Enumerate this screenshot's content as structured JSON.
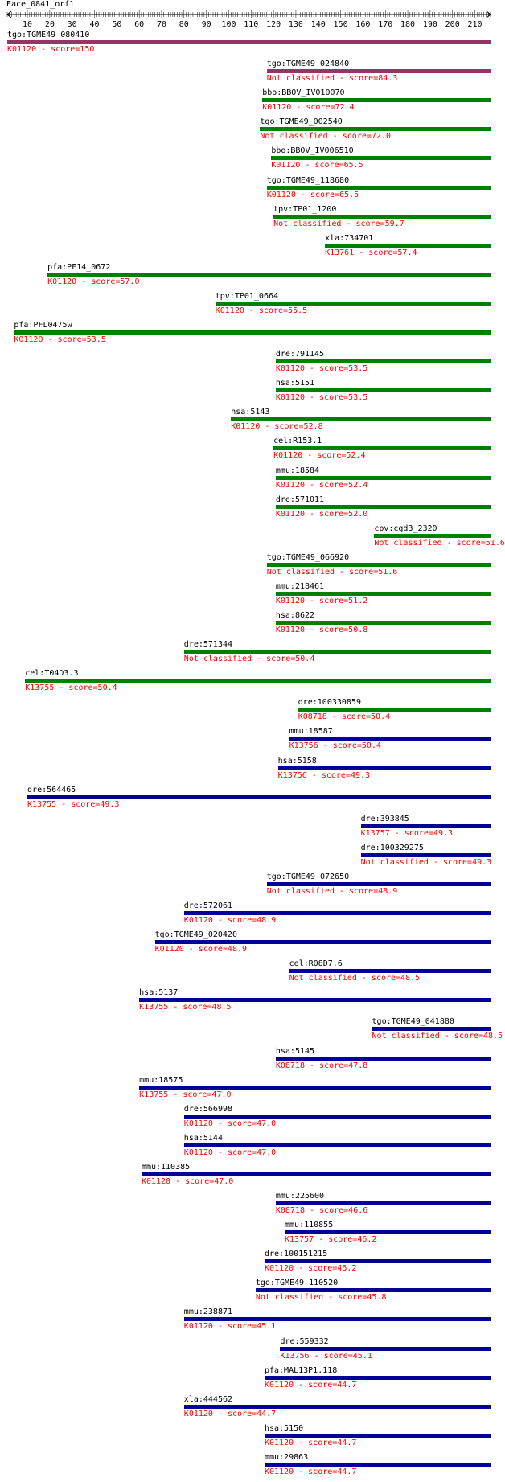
{
  "query": "Eace_0841_orf1",
  "axis": {
    "min": 1,
    "max": 217,
    "tick_labels": [
      "10",
      "20",
      "30",
      "40",
      "50",
      "60",
      "70",
      "80",
      "90",
      "100",
      "110",
      "120",
      "130",
      "140",
      "150",
      "160",
      "170",
      "180",
      "190",
      "200",
      "210"
    ]
  },
  "colors": {
    "purple": "#993366",
    "green": "#008000",
    "blue": "#000099",
    "score_text": "#ff0000",
    "name_text": "#000000"
  },
  "hits": [
    {
      "name": "tgo:TGME49_080410",
      "label": "K01120 - score=150",
      "start": 1,
      "end": 217,
      "color": "purple"
    },
    {
      "name": "tgo:TGME49_024840",
      "label": "Not classified - score=84.3",
      "start": 117,
      "end": 217,
      "color": "purple"
    },
    {
      "name": "bbo:BBOV_IV010070",
      "label": "K01120 - score=72.4",
      "start": 115,
      "end": 217,
      "color": "green"
    },
    {
      "name": "tgo:TGME49_002540",
      "label": "Not classified - score=72.0",
      "start": 114,
      "end": 217,
      "color": "green"
    },
    {
      "name": "bbo:BBOV_IV006510",
      "label": "K01120 - score=65.5",
      "start": 119,
      "end": 217,
      "color": "green"
    },
    {
      "name": "tgo:TGME49_118680",
      "label": "K01120 - score=65.5",
      "start": 117,
      "end": 217,
      "color": "green"
    },
    {
      "name": "tpv:TP01_1200",
      "label": "Not classified - score=59.7",
      "start": 120,
      "end": 217,
      "color": "green"
    },
    {
      "name": "xla:734701",
      "label": "K13761 - score=57.4",
      "start": 143,
      "end": 217,
      "color": "green"
    },
    {
      "name": "pfa:PF14_0672",
      "label": "K01120 - score=57.0",
      "start": 19,
      "end": 217,
      "color": "green"
    },
    {
      "name": "tpv:TP01_0664",
      "label": "K01120 - score=55.5",
      "start": 94,
      "end": 217,
      "color": "green"
    },
    {
      "name": "pfa:PFL0475w",
      "label": "K01120 - score=53.5",
      "start": 4,
      "end": 217,
      "color": "green"
    },
    {
      "name": "dre:791145",
      "label": "K01120 - score=53.5",
      "start": 121,
      "end": 217,
      "color": "green"
    },
    {
      "name": "hsa:5151",
      "label": "K01120 - score=53.5",
      "start": 121,
      "end": 217,
      "color": "green"
    },
    {
      "name": "hsa:5143",
      "label": "K01120 - score=52.8",
      "start": 101,
      "end": 217,
      "color": "green"
    },
    {
      "name": "cel:R153.1",
      "label": "K01120 - score=52.4",
      "start": 120,
      "end": 217,
      "color": "green"
    },
    {
      "name": "mmu:18584",
      "label": "K01120 - score=52.4",
      "start": 121,
      "end": 217,
      "color": "green"
    },
    {
      "name": "dre:571011",
      "label": "K01120 - score=52.0",
      "start": 121,
      "end": 217,
      "color": "green"
    },
    {
      "name": "cpv:cgd3_2320",
      "label": "Not classified - score=51.6",
      "start": 165,
      "end": 217,
      "color": "green"
    },
    {
      "name": "tgo:TGME49_066920",
      "label": "Not classified - score=51.6",
      "start": 117,
      "end": 217,
      "color": "green"
    },
    {
      "name": "mmu:218461",
      "label": "K01120 - score=51.2",
      "start": 121,
      "end": 217,
      "color": "green"
    },
    {
      "name": "hsa:8622",
      "label": "K01120 - score=50.8",
      "start": 121,
      "end": 217,
      "color": "green"
    },
    {
      "name": "dre:571344",
      "label": "Not classified - score=50.4",
      "start": 80,
      "end": 217,
      "color": "green"
    },
    {
      "name": "cel:T04D3.3",
      "label": "K13755 - score=50.4",
      "start": 9,
      "end": 217,
      "color": "green"
    },
    {
      "name": "dre:100330859",
      "label": "K08718 - score=50.4",
      "start": 131,
      "end": 217,
      "color": "green"
    },
    {
      "name": "mmu:18587",
      "label": "K13756 - score=50.4",
      "start": 127,
      "end": 217,
      "color": "blue"
    },
    {
      "name": "hsa:5158",
      "label": "K13756 - score=49.3",
      "start": 122,
      "end": 217,
      "color": "blue"
    },
    {
      "name": "dre:564465",
      "label": "K13755 - score=49.3",
      "start": 10,
      "end": 217,
      "color": "blue"
    },
    {
      "name": "dre:393845",
      "label": "K13757 - score=49.3",
      "start": 159,
      "end": 217,
      "color": "blue"
    },
    {
      "name": "dre:100329275",
      "label": "Not classified - score=49.3",
      "start": 159,
      "end": 217,
      "color": "blue"
    },
    {
      "name": "tgo:TGME49_072650",
      "label": "Not classified - score=48.9",
      "start": 117,
      "end": 217,
      "color": "blue"
    },
    {
      "name": "dre:572061",
      "label": "K01120 - score=48.9",
      "start": 80,
      "end": 217,
      "color": "blue"
    },
    {
      "name": "tgo:TGME49_020420",
      "label": "K01120 - score=48.9",
      "start": 67,
      "end": 217,
      "color": "blue"
    },
    {
      "name": "cel:R08D7.6",
      "label": "Not classified - score=48.5",
      "start": 127,
      "end": 217,
      "color": "blue"
    },
    {
      "name": "hsa:5137",
      "label": "K13755 - score=48.5",
      "start": 60,
      "end": 217,
      "color": "blue"
    },
    {
      "name": "tgo:TGME49_041880",
      "label": "Not classified - score=48.5",
      "start": 164,
      "end": 217,
      "color": "blue"
    },
    {
      "name": "hsa:5145",
      "label": "K08718 - score=47.8",
      "start": 121,
      "end": 217,
      "color": "blue"
    },
    {
      "name": "mmu:18575",
      "label": "K13755 - score=47.0",
      "start": 60,
      "end": 217,
      "color": "blue"
    },
    {
      "name": "dre:566998",
      "label": "K01120 - score=47.0",
      "start": 80,
      "end": 217,
      "color": "blue"
    },
    {
      "name": "hsa:5144",
      "label": "K01120 - score=47.0",
      "start": 80,
      "end": 217,
      "color": "blue"
    },
    {
      "name": "mmu:110385",
      "label": "K01120 - score=47.0",
      "start": 61,
      "end": 217,
      "color": "blue"
    },
    {
      "name": "mmu:225600",
      "label": "K08718 - score=46.6",
      "start": 121,
      "end": 217,
      "color": "blue"
    },
    {
      "name": "mmu:110855",
      "label": "K13757 - score=46.2",
      "start": 125,
      "end": 217,
      "color": "blue"
    },
    {
      "name": "dre:100151215",
      "label": "K01120 - score=46.2",
      "start": 116,
      "end": 217,
      "color": "blue"
    },
    {
      "name": "tgo:TGME49_110520",
      "label": "Not classified - score=45.8",
      "start": 112,
      "end": 217,
      "color": "blue"
    },
    {
      "name": "mmu:238871",
      "label": "K01120 - score=45.1",
      "start": 80,
      "end": 217,
      "color": "blue"
    },
    {
      "name": "dre:559332",
      "label": "K13756 - score=45.1",
      "start": 123,
      "end": 217,
      "color": "blue"
    },
    {
      "name": "pfa:MAL13P1.118",
      "label": "K01120 - score=44.7",
      "start": 116,
      "end": 217,
      "color": "blue"
    },
    {
      "name": "xla:444562",
      "label": "K01120 - score=44.7",
      "start": 80,
      "end": 217,
      "color": "blue"
    },
    {
      "name": "hsa:5150",
      "label": "K01120 - score=44.7",
      "start": 116,
      "end": 217,
      "color": "blue"
    },
    {
      "name": "mmu:29863",
      "label": "K01120 - score=44.7",
      "start": 116,
      "end": 217,
      "color": "blue"
    }
  ]
}
